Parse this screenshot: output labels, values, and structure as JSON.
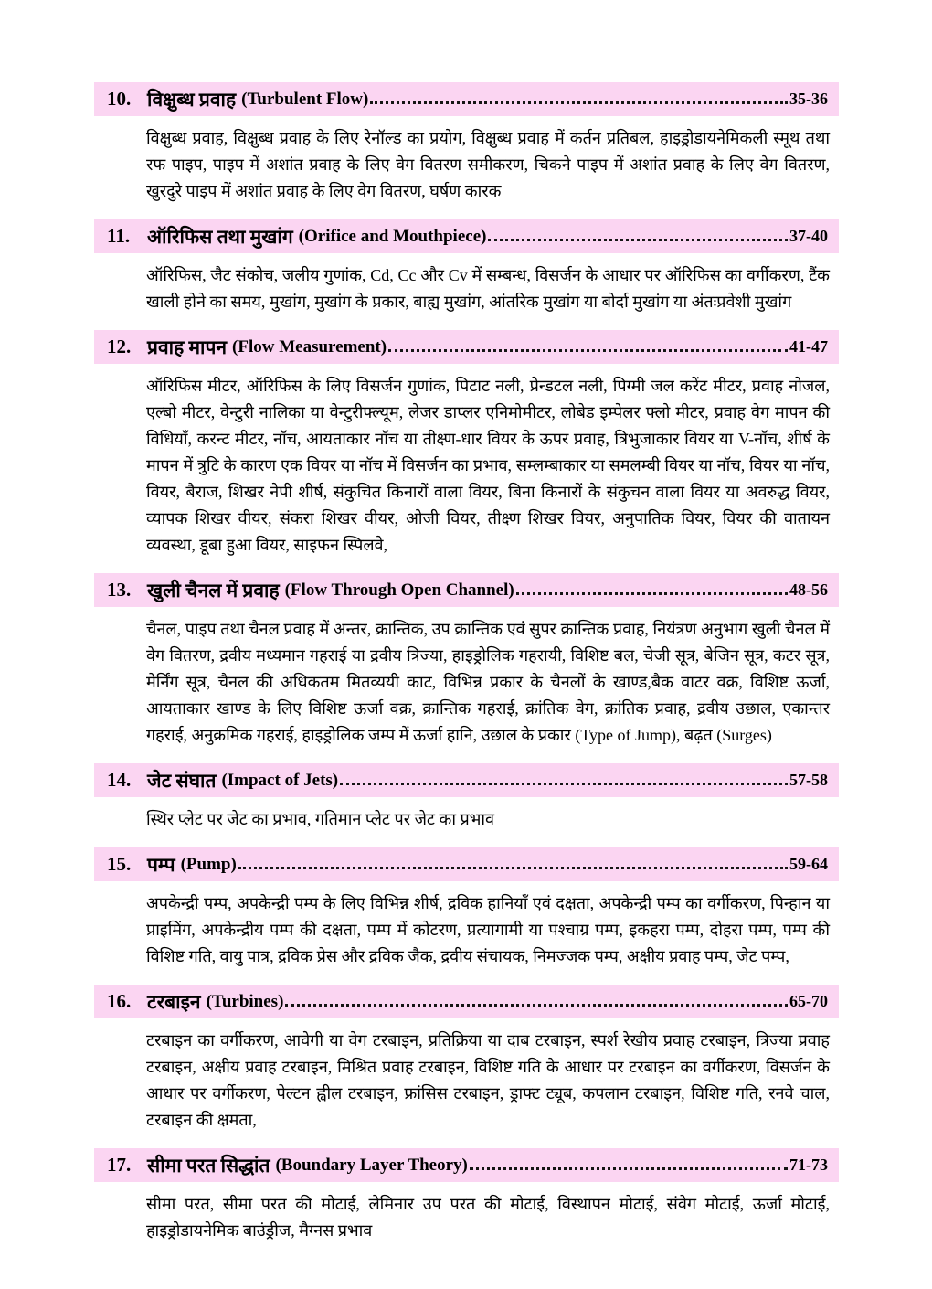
{
  "page": {
    "type": "book-table-of-contents",
    "background_color": "#ffffff",
    "highlight_color": "#fbd5f2",
    "text_color": "#000000"
  },
  "toc": {
    "items": [
      {
        "number": "10.",
        "title_hi": "विक्षुब्ध प्रवाह",
        "title_en": "(Turbulent Flow)",
        "pages": "35-36",
        "description": "विक्षुब्ध प्रवाह, विक्षुब्ध प्रवाह के लिए रेनॉल्ड का प्रयोग, विक्षुब्ध प्रवाह में कर्तन प्रतिबल, हाइड्रोडायनेमिकली स्मूथ तथा रफ पाइप, पाइप में अशांत प्रवाह के लिए वेग वितरण समीकरण, चिकने पाइप में अशांत प्रवाह के लिए वेग वितरण, खुरदुरे पाइप में अशांत प्रवाह के लिए वेग वितरण, घर्षण कारक"
      },
      {
        "number": "11.",
        "title_hi": "ऑरिफिस तथा मुखांग",
        "title_en": "(Orifice and Mouthpiece)",
        "pages": "37-40",
        "description": "ऑरिफिस, जैट संकोच, जलीय गुणांक, Cd, Cc और Cv में सम्बन्ध, विसर्जन के आधार पर ऑरिफिस का वर्गीकरण, टैंक खाली होने का समय, मुखांग, मुखांग के प्रकार, बाह्य मुखांग, आंतरिक मुखांग या बोर्दा मुखांग या अंतःप्रवेशी मुखांग"
      },
      {
        "number": "12.",
        "title_hi": "प्रवाह मापन",
        "title_en": "(Flow Measurement)",
        "pages": "41-47",
        "description": "ऑरिफिस मीटर, ऑरिफिस के लिए विसर्जन गुणांक, पिटाट नली, प्रेन्डटल नली, पिग्मी जल करेंट मीटर, प्रवाह नोजल, एल्बो मीटर, वेन्टुरी नालिका या वेन्टुरीफ्ल्यूम, लेजर डाप्लर एनिमोमीटर, लोबेड इम्पेलर फ्लो मीटर, प्रवाह वेग मापन की विधियाँ, करन्ट मीटर, नॉच, आयताकार नॉच या तीक्ष्ण-धार वियर के ऊपर प्रवाह, त्रिभुजाकार वियर या V-नॉच, शीर्ष के मापन में त्रुटि के कारण एक वियर या नॉच में विसर्जन का प्रभाव, सम्लम्बाकार या समलम्बी वियर या नॉच, वियर या नॉच, वियर, बैराज, शिखर नेपी शीर्ष, संकुचित किनारों वाला वियर, बिना किनारों के संकुचन वाला वियर या अवरुद्ध वियर, व्यापक शिखर वीयर, संकरा शिखर वीयर, ओजी वियर, तीक्ष्ण शिखर वियर, अनुपातिक वियर, वियर की वातायन व्यवस्था, डूबा हुआ वियर, साइफन स्पिलवे,"
      },
      {
        "number": "13.",
        "title_hi": "खुली चैनल में प्रवाह",
        "title_en": "(Flow Through Open Channel)",
        "pages": "48-56",
        "description": "चैनल, पाइप तथा चैनल प्रवाह में अन्तर, क्रान्तिक, उप क्रान्तिक एवं सुपर क्रान्तिक प्रवाह, नियंत्रण अनुभाग खुली चैनल में वेग वितरण, द्रवीय मध्यमान गहराई या द्रवीय त्रिज्या, हाइड्रोलिक गहरायी, विशिष्ट बल, चेजी सूत्र, बेजिन सूत्र, कटर सूत्र, मेर्निंग सूत्र, चैनल की अधिकतम मितव्ययी काट, विभिन्न प्रकार के चैनलों के खाण्ड,बैक वाटर वक्र, विशिष्ट ऊर्जा, आयताकार खाण्ड के लिए विशिष्ट ऊर्जा वक्र, क्रान्तिक गहराई, क्रांतिक वेग, क्रांतिक प्रवाह, द्रवीय उछाल, एकान्तर गहराई, अनुक्रमिक गहराई, हाइड्रोलिक जम्प में ऊर्जा हानि, उछाल के प्रकार (Type of Jump), बढ़त (Surges)"
      },
      {
        "number": "14.",
        "title_hi": "जेट संघात",
        "title_en": "(Impact of Jets)",
        "pages": "57-58",
        "description": "स्थिर प्लेट पर जेट का प्रभाव, गतिमान प्लेट पर जेट का प्रभाव"
      },
      {
        "number": "15.",
        "title_hi": "पम्प",
        "title_en": "(Pump)",
        "pages": "59-64",
        "description": "अपकेन्द्री पम्प, अपकेन्द्री पम्प के लिए विभिन्न शीर्ष, द्रविक हानियाँ एवं दक्षता, अपकेन्द्री पम्प का वर्गीकरण, पिन्हान या प्राइमिंग, अपकेन्द्रीय पम्प की दक्षता, पम्प में कोटरण, प्रत्यागामी या पश्चाग्र पम्प, इकहरा पम्प, दोहरा पम्प, पम्प की विशिष्ट गति, वायु पात्र, द्रविक प्रेस और द्रविक जैक, द्रवीय संचायक, निमज्जक पम्प, अक्षीय प्रवाह पम्प, जेट पम्प,"
      },
      {
        "number": "16.",
        "title_hi": "टरबाइन",
        "title_en": "(Turbines)",
        "pages": "65-70",
        "description": "टरबाइन का वर्गीकरण, आवेगी या वेग टरबाइन, प्रतिक्रिया या दाब टरबाइन, स्पर्श रेखीय प्रवाह टरबाइन, त्रिज्या प्रवाह टरबाइन, अक्षीय प्रवाह टरबाइन, मिश्रित प्रवाह टरबाइन, विशिष्ट गति के आधार पर टरबाइन का वर्गीकरण, विसर्जन के आधार पर वर्गीकरण, पेल्टन ह्वील टरबाइन, फ्रांसिस टरबाइन, ड्राफ्ट ट्यूब, कपलान टरबाइन, विशिष्ट गति, रनवे चाल, टरबाइन की क्षमता,"
      },
      {
        "number": "17.",
        "title_hi": "सीमा परत सिद्धांत",
        "title_en": "(Boundary Layer Theory)",
        "pages": "71-73",
        "description": "सीमा परत, सीमा परत की मोटाई, लेमिनार उप परत की मोटाई, विस्थापन मोटाई, संवेग मोटाई, ऊर्जा मोटाई, हाइड्रोडायनेमिक बाउंड्रीज, मैग्नस प्रभाव"
      }
    ]
  }
}
